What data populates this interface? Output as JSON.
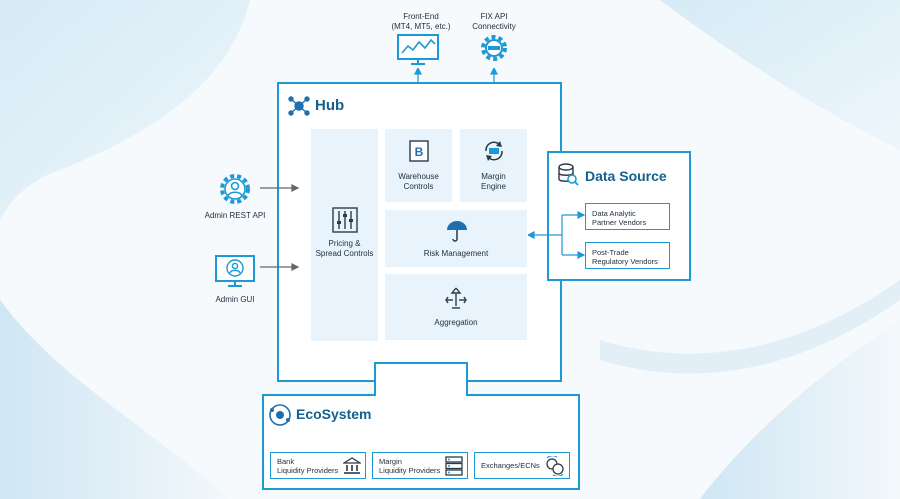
{
  "colors": {
    "accent": "#1d9ad6",
    "title": "#14608f",
    "tile": "#e9f3fb"
  },
  "top": {
    "front_end": {
      "line1": "Front-End",
      "line2": "(MT4, MT5, etc.)",
      "icon": "monitor-chart-icon"
    },
    "fix_api": {
      "line1": "FIX API",
      "line2": "Connectivity",
      "icon": "gear-plug-icon"
    }
  },
  "hub": {
    "title": "Hub",
    "icon": "hub-network-icon",
    "modules": {
      "pricing": {
        "line1": "Pricing &",
        "line2": "Spread Controls",
        "icon": "sliders-icon"
      },
      "warehouse": {
        "line1": "Warehouse",
        "line2": "Controls",
        "icon": "b-book-icon"
      },
      "margin": {
        "line1": "Margin",
        "line2": "Engine",
        "icon": "margin-cycle-icon"
      },
      "risk": {
        "label": "Risk Management",
        "icon": "umbrella-icon"
      },
      "aggregation": {
        "label": "Aggregation",
        "icon": "aggregation-arrows-icon"
      }
    }
  },
  "admin": {
    "rest_api": {
      "label": "Admin REST API",
      "icon": "user-gear-icon"
    },
    "gui": {
      "label": "Admin GUI",
      "icon": "user-monitor-icon"
    }
  },
  "data_source": {
    "title": "Data Source",
    "icon": "database-search-icon",
    "vendors": [
      {
        "line1": "Data Analytic",
        "line2": "Partner Vendors"
      },
      {
        "line1": "Post-Trade",
        "line2": "Regulatory Vendors"
      }
    ]
  },
  "ecosystem": {
    "title": "EcoSystem",
    "icon": "ecosystem-orbit-icon",
    "items": [
      {
        "line1": "Bank",
        "line2": "Liquidity Providers",
        "icon": "bank-icon"
      },
      {
        "line1": "Margin",
        "line2": "Liquidity Providers",
        "icon": "server-stack-icon"
      },
      {
        "line1": "Exchanges/ECNs",
        "line2": "",
        "icon": "exchange-coins-icon"
      }
    ]
  }
}
